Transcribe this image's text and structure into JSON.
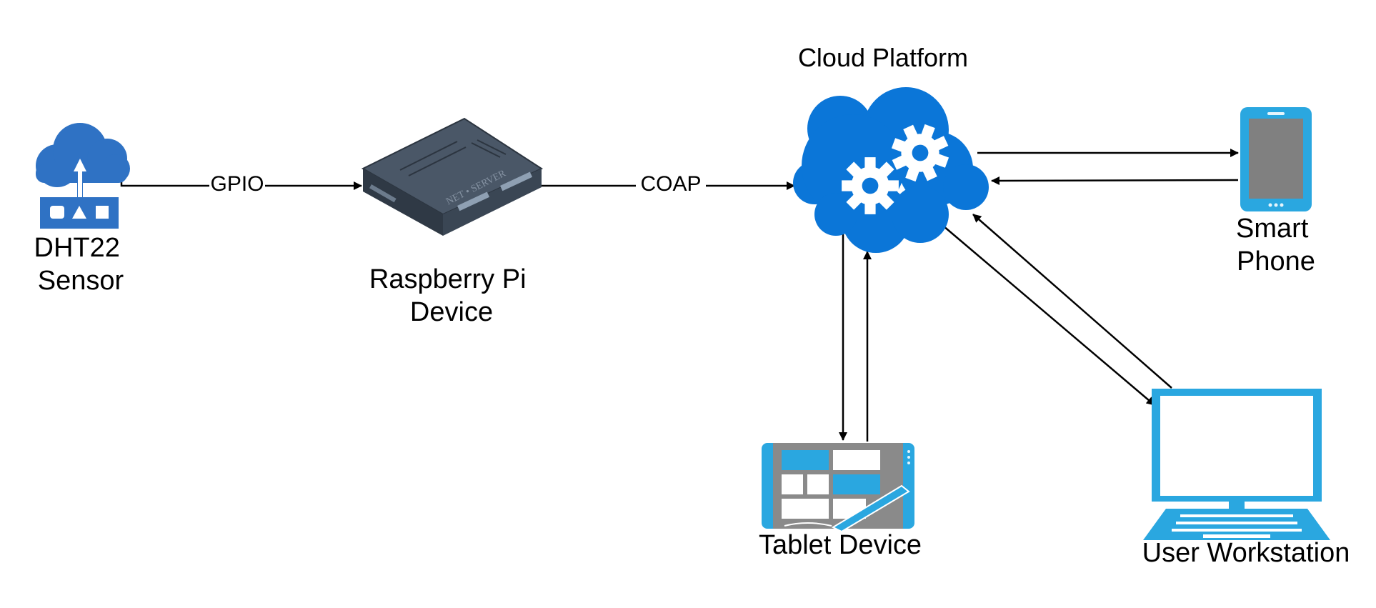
{
  "diagram": {
    "nodes": {
      "sensor": {
        "label_lines": [
          "DHT22",
          "Sensor"
        ],
        "icon": "iot-cloud-sensor-icon",
        "color": "#2f72c4"
      },
      "pi": {
        "label_lines": [
          "Raspberry Pi",
          "Device"
        ],
        "icon": "server-box-icon",
        "badge": "NET • SERVER",
        "color": "#3d4a5a"
      },
      "cloud": {
        "label": "Cloud Platform",
        "icon": "cloud-gears-icon",
        "color": "#0b76d8"
      },
      "phone": {
        "label_lines": [
          "Smart",
          "Phone"
        ],
        "icon": "smartphone-icon",
        "color": "#2aa7e0"
      },
      "tablet": {
        "label": "Tablet Device",
        "icon": "tablet-stylus-icon",
        "color": "#2aa7e0"
      },
      "laptop": {
        "label": "User Workstation",
        "icon": "laptop-icon",
        "color": "#2aa7e0"
      }
    },
    "edges": {
      "sensor_pi": {
        "label": "GPIO"
      },
      "pi_cloud": {
        "label": "COAP"
      }
    },
    "colors": {
      "line": "#000000",
      "screen_gray": "#808080"
    }
  }
}
